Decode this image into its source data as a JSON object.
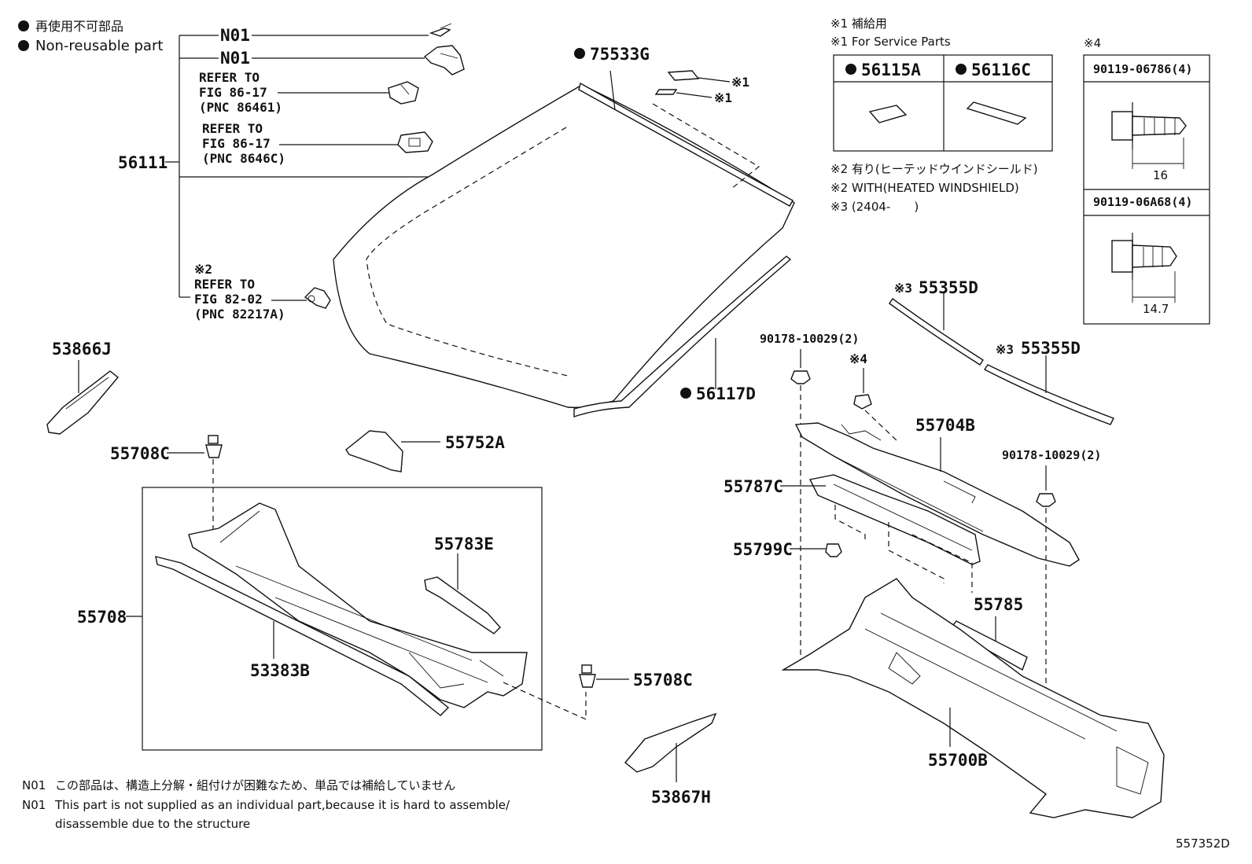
{
  "legend": {
    "jp": "再使用不可部品",
    "en": "Non-reusable part"
  },
  "service_notes": {
    "n1_jp": "※1 補給用",
    "n1_en": "※1 For Service Parts",
    "n2_jp": "※2 有り(ヒーテッドウインドシールド)",
    "n2_en": "※2 WITH(HEATED WINDSHIELD)",
    "n3": "※3 (2404-　　)",
    "n4": "※4"
  },
  "service_box": {
    "left_label": "56115A",
    "right_label": "56116C"
  },
  "bolts": {
    "top_label": "90119-06786(4)",
    "top_dim": "16",
    "bottom_label": "90119-06A68(4)",
    "bottom_dim": "14.7"
  },
  "labels": {
    "n01_a": "N01",
    "n01_b": "N01",
    "ref1_l1": "REFER TO",
    "ref1_l2": "FIG 86-17",
    "ref1_l3": "(PNC 86461)",
    "ref2_l1": "REFER TO",
    "ref2_l2": "FIG 86-17",
    "ref2_l3": "(PNC 8646C)",
    "ref3_mark": "※2",
    "ref3_l1": "REFER TO",
    "ref3_l2": "FIG 82-02",
    "ref3_l3": "(PNC 82217A)",
    "p56111": "56111",
    "p75533G": "75533G",
    "mark1a": "※1",
    "mark1b": "※1",
    "p56117D": "56117D",
    "p53866J": "53866J",
    "p55708C_a": "55708C",
    "p55752A": "55752A",
    "p55783E": "55783E",
    "p55708": "55708",
    "p53383B": "53383B",
    "p55708C_b": "55708C",
    "p53867H": "53867H",
    "p55355D_a_mark": "※3",
    "p55355D_a": "55355D",
    "p55355D_b_mark": "※3",
    "p55355D_b": "55355D",
    "p90178_a": "90178-10029(2)",
    "mark4": "※4",
    "p55704B": "55704B",
    "p90178_b": "90178-10029(2)",
    "p55787C": "55787C",
    "p55799C": "55799C",
    "p55785": "55785",
    "p55700B": "55700B"
  },
  "footnotes": {
    "jp_code": "N01",
    "jp_text": "この部品は、構造上分解・組付けが困難なため、単品では補給していません",
    "en_code": "N01",
    "en_text_1": "This part is not supplied as an individual part,because it is hard to assemble/",
    "en_text_2": "disassemble due to the structure"
  },
  "figure_id": "557352D"
}
